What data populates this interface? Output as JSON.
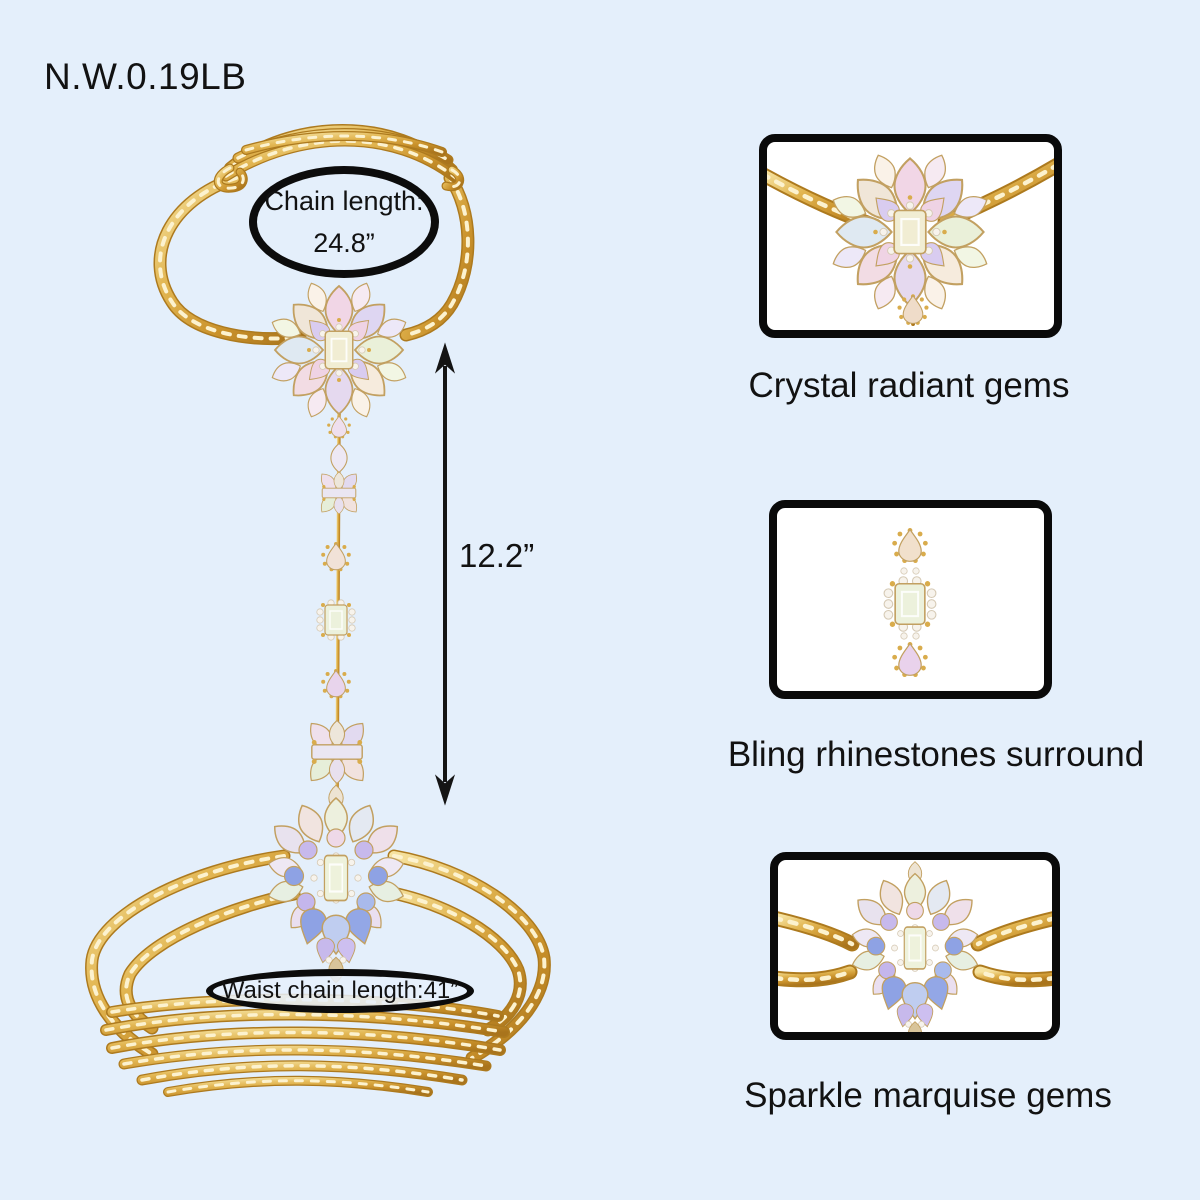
{
  "page": {
    "background_color": "#E4EFFB"
  },
  "product": {
    "net_weight": "N.W.0.19LB"
  },
  "annotations": {
    "chain_length": {
      "label": "Chain length:",
      "value": "24.8”"
    },
    "drop_length": "12.2”",
    "waist_length": "Waist chain length:41”"
  },
  "details": [
    {
      "caption": "Crystal radiant gems",
      "icon": "crystal-cluster-closeup"
    },
    {
      "caption": "Bling rhinestones surround",
      "icon": "rhinestone-pendant-closeup"
    },
    {
      "caption": "Sparkle marquise gems",
      "icon": "marquise-cluster-closeup"
    }
  ],
  "colors": {
    "background": "#E4EFFB",
    "gold_chain": "#D9A93C",
    "annotation_black": "#0C0C0C",
    "detail_box_background": "#FFFFFF"
  }
}
